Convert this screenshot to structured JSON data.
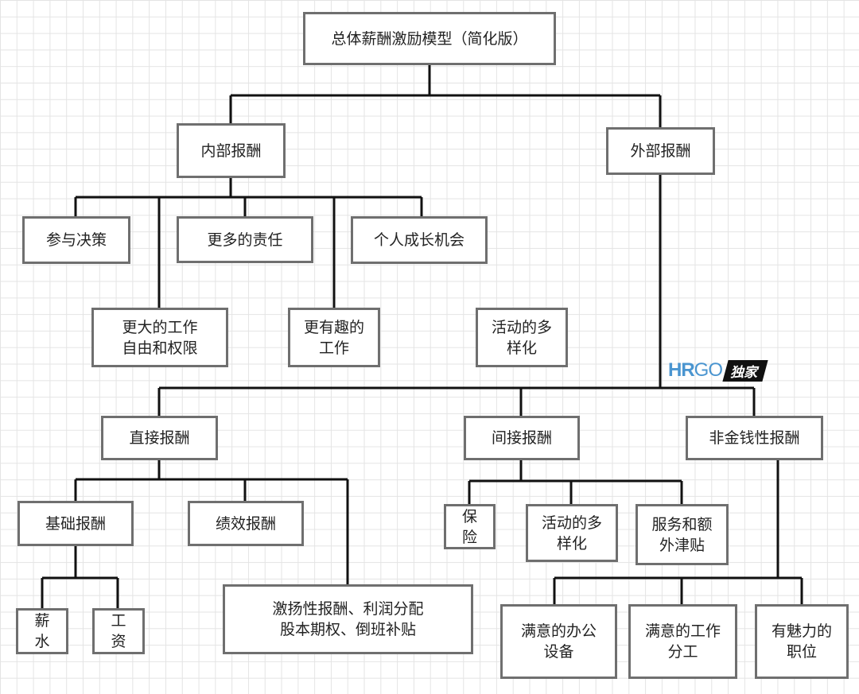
{
  "root": "总体薪酬激励模型（简化版）",
  "internal": {
    "label": "内部报酬",
    "items": [
      "参与决策",
      "更多的责任",
      "个人成长机会",
      "更大的工作\n自由和权限",
      "更有趣的\n工作"
    ]
  },
  "floating": "活动的多\n样化",
  "external": {
    "label": "外部报酬",
    "direct": {
      "label": "直接报酬",
      "base": {
        "label": "基础报酬",
        "items": [
          "薪\n水",
          "工\n资"
        ]
      },
      "performance": "绩效报酬",
      "incentive": "激扬性报酬、利润分配\n股本期权、倒班补贴"
    },
    "indirect": {
      "label": "间接报酬",
      "items": [
        "保\n险",
        "活动的多\n样化",
        "服务和额\n外津贴"
      ]
    },
    "nonmonetary": {
      "label": "非金钱性报酬",
      "items": [
        "满意的办公\n设备",
        "满意的工作\n分工",
        "有魅力的\n职位"
      ]
    }
  },
  "watermark": {
    "hr": "HR",
    "go": "GO",
    "tag": "独家"
  }
}
